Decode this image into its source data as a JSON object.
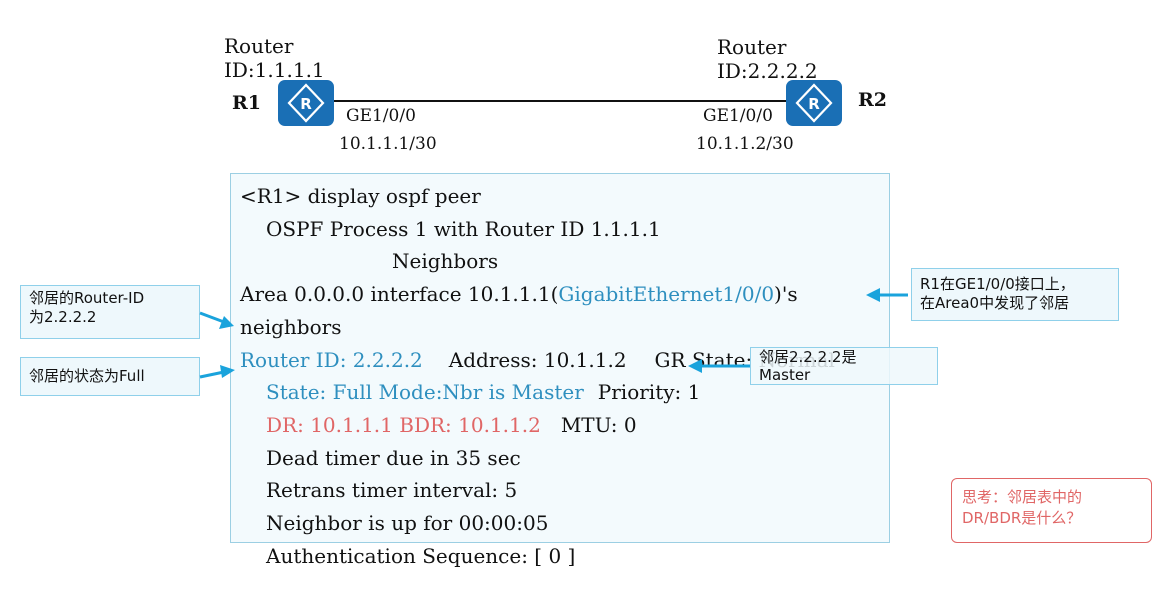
{
  "topology": {
    "r1": {
      "router_id_line1": "Router",
      "router_id_line2": "ID:1.1.1.1",
      "name": "R1",
      "interface": "GE1/0/0",
      "ip": "10.1.1.1/30"
    },
    "r2": {
      "router_id_line1": "Router",
      "router_id_line2": "ID:2.2.2.2",
      "name": "R2",
      "interface": "GE1/0/0",
      "ip": "10.1.1.2/30"
    },
    "router_icon_glyph": "R",
    "colors": {
      "router": "#1a6fb5",
      "link": "#111111"
    }
  },
  "cli": {
    "l1": "<R1> display ospf peer",
    "l2": "OSPF Process 1 with Router ID 1.1.1.1",
    "l3": "Neighbors",
    "l4_a": "Area 0.0.0.0 interface 10.1.1.1(",
    "l4_b": "GigabitEthernet1/0/0",
    "l4_c": ")'s",
    "l5": "neighbors",
    "l6_a": "Router ID: 2.2.2.2",
    "l6_b": "Address: 10.1.1.2",
    "l6_c": "GR State: Normal",
    "l7_a": "State: Full  Mode:Nbr is Master",
    "l7_b": "Priority: 1",
    "l8_a": "DR: 10.1.1.1  BDR: 10.1.1.2",
    "l8_b": "MTU: 0",
    "l9": "Dead timer due in 35  sec",
    "l10": "Retrans timer interval: 5",
    "l11": "Neighbor is up for 00:00:05",
    "l12": "Authentication Sequence: [ 0 ]",
    "colors": {
      "highlight_blue": "#2e8fbf",
      "highlight_red": "#e06666",
      "panel_bg": "#f3fafd",
      "panel_border": "#9ccfe3"
    }
  },
  "callouts": {
    "router_id_l1": "邻居的Router-ID",
    "router_id_l2": "为2.2.2.2",
    "state": "邻居的状态为Full",
    "area_l1": "R1在GE1/0/0接口上，",
    "area_l2": "在Area0中发现了邻居",
    "master_l1": "邻居2.2.2.2是",
    "master_l2": "Master",
    "think_l1": "思考：邻居表中的",
    "think_l2": "DR/BDR是什么？",
    "colors": {
      "arrow": "#1aa3dc",
      "think_border": "#e06666"
    }
  }
}
